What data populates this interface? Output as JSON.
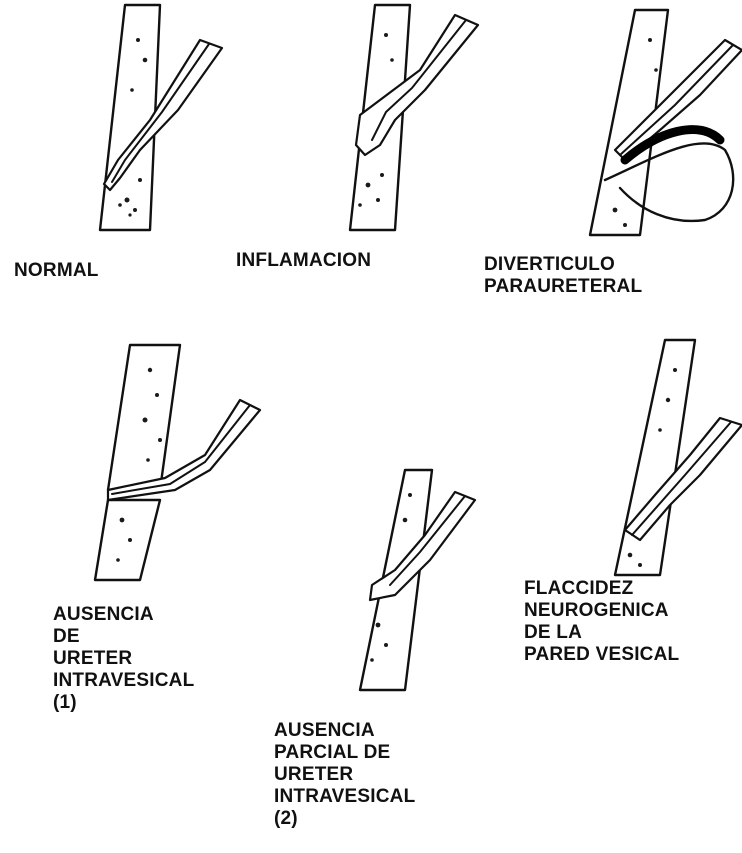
{
  "figures": [
    {
      "id": "normal",
      "lines": [
        "NORMAL"
      ]
    },
    {
      "id": "inflamacion",
      "lines": [
        "INFLAMACION"
      ]
    },
    {
      "id": "diverticulo",
      "lines": [
        "DIVERTICULO",
        "PARAURETERAL"
      ]
    },
    {
      "id": "ausencia-1",
      "lines": [
        "AUSENCIA",
        "DE",
        "URETER",
        "INTRAVESICAL",
        "(1)"
      ]
    },
    {
      "id": "ausencia-2",
      "lines": [
        "AUSENCIA",
        "PARCIAL DE",
        "URETER",
        "INTRAVESICAL",
        "(2)"
      ]
    },
    {
      "id": "flaccidez",
      "lines": [
        "FLACCIDEZ",
        "NEUROGENICA",
        "DE LA",
        "PARED VESICAL"
      ]
    }
  ]
}
